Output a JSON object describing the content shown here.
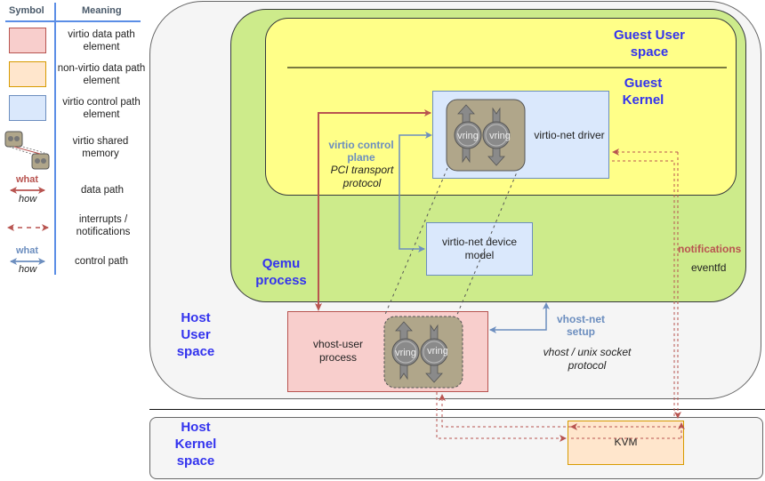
{
  "legend": {
    "header_symbol": "Symbol",
    "header_meaning": "Meaning",
    "items": [
      {
        "symbol": "red-box",
        "meaning": "virtio data path element"
      },
      {
        "symbol": "orange-box",
        "meaning": "non-virtio data path element"
      },
      {
        "symbol": "blue-box",
        "meaning": "virtio control path element"
      },
      {
        "symbol": "shared-memory-icon",
        "meaning": "virtio shared memory"
      },
      {
        "symbol": "solid-red-arrow",
        "meaning": "data path",
        "what": "what",
        "how": "how"
      },
      {
        "symbol": "dashed-red-arrow",
        "meaning": "interrupts / notifications"
      },
      {
        "symbol": "solid-blue-arrow",
        "meaning": "control path",
        "what": "what",
        "how": "how"
      }
    ]
  },
  "colors": {
    "data_path": "#b85450",
    "control_path": "#6c8ebf",
    "non_virtio": "#d79b00",
    "region_label": "#3333ee",
    "guest_user_fill": "#ffff88",
    "qemu_fill": "#cdeb8b",
    "host_fill": "#f5f5f5"
  },
  "regions": {
    "guest_user_space": "Guest User space",
    "guest_kernel": "Guest Kernel",
    "qemu_process": "Qemu process",
    "host_user_space": "Host User space",
    "host_kernel_space": "Host Kernel space"
  },
  "boxes": {
    "virtio_net_driver": "virtio-net driver",
    "virtio_net_device_model": "virtio-net device model",
    "vhost_user_process": "vhost-user process",
    "kvm": "KVM",
    "vring_label": "vring"
  },
  "annotations": {
    "virtio_control_plane": "virtio control plane",
    "pci_transport_protocol": "PCI transport protocol",
    "notifications": "notifications",
    "eventfd": "eventfd",
    "vhost_net_setup": "vhost-net setup",
    "vhost_unix_socket_protocol": "vhost / unix socket protocol"
  }
}
